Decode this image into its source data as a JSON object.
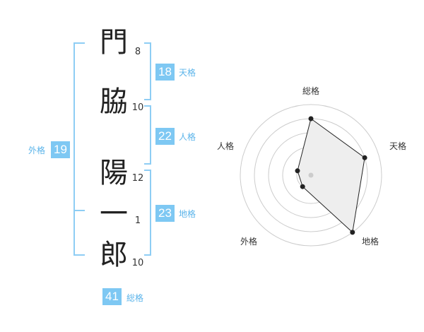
{
  "colors": {
    "accent": "#7ec8f3",
    "label": "#5bb4ea",
    "bracket": "#8ecdf4"
  },
  "name": {
    "chars": [
      {
        "char": "門",
        "strokes": "8"
      },
      {
        "char": "脇",
        "strokes": "10"
      },
      {
        "char": "陽",
        "strokes": "12"
      },
      {
        "char": "一",
        "strokes": "1"
      },
      {
        "char": "郎",
        "strokes": "10"
      }
    ]
  },
  "fortunes": {
    "tenkaku": {
      "value": "18",
      "label": "天格"
    },
    "jinkaku": {
      "value": "22",
      "label": "人格"
    },
    "chikaku": {
      "value": "23",
      "label": "地格"
    },
    "gaikaku": {
      "value": "19",
      "label": "外格"
    },
    "soukaku": {
      "value": "41",
      "label": "総格"
    }
  },
  "chart_data": {
    "type": "radar",
    "axes": [
      "総格",
      "天格",
      "地格",
      "外格",
      "人格"
    ],
    "values": [
      4,
      4,
      5,
      1,
      1
    ],
    "rmax": 5,
    "rings": 5,
    "grid": true,
    "fill": "#eeeeee",
    "line": "#222222"
  }
}
